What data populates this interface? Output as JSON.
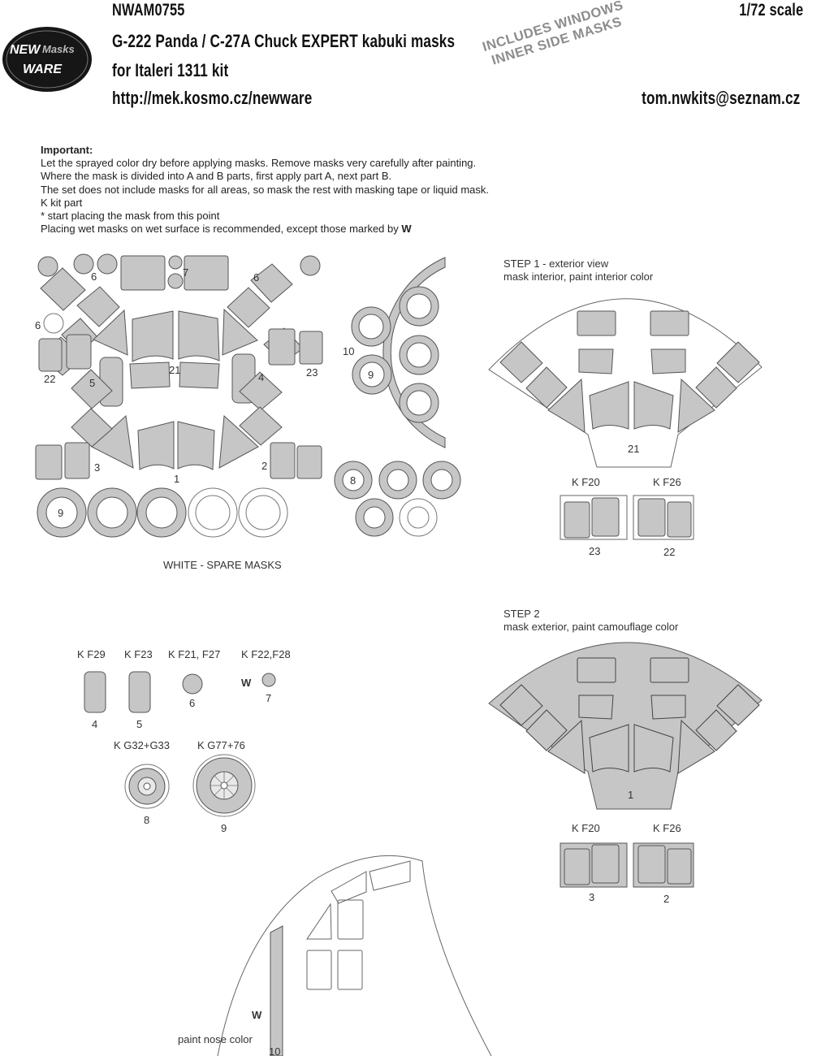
{
  "header": {
    "code": "NWAM0755",
    "scale": "1/72 scale",
    "title": "G-222 Panda / C-27A Chuck EXPERT kabuki masks",
    "kit": "for Italeri 1311 kit",
    "url": "http://mek.kosmo.cz/newware",
    "email": "tom.nwkits@seznam.cz",
    "stamp_line1": "INCLUDES WINDOWS",
    "stamp_line2": "INNER SIDE MASKS",
    "logo_top": "NEW",
    "logo_masks": "Masks",
    "logo_bottom": "WARE"
  },
  "notes": {
    "heading": "Important:",
    "lines": [
      "Let the sprayed color dry before applying masks. Remove masks very carefully after painting.",
      "Where the mask is divided into A and B parts, first apply part A, next part B.",
      "The set does not include masks for all areas, so mask the rest with masking tape or liquid mask.",
      "K kit part",
      "*  start placing the mask from this point",
      "Placing wet masks on wet surface is recommended, except those marked by"
    ],
    "wet_symbol": "W"
  },
  "sheet": {
    "spare_label": "WHITE - SPARE MASKS",
    "numbers": [
      "6",
      "7",
      "6",
      "6",
      "22",
      "5",
      "21",
      "4",
      "23",
      "3",
      "1",
      "2",
      "9",
      "10",
      "9",
      "8"
    ]
  },
  "step1": {
    "title": "STEP 1 - exterior view",
    "desc": "mask interior, paint interior color",
    "part": "21",
    "kit_left": "K F20",
    "kit_right": "K F26",
    "num_left": "23",
    "num_right": "22"
  },
  "step2": {
    "title": "STEP 2",
    "desc": "mask exterior, paint camouflage color",
    "part": "1",
    "kit_left": "K F20",
    "kit_right": "K F26",
    "num_left": "3",
    "num_right": "2"
  },
  "placements": {
    "k29": "K F29",
    "n4": "4",
    "k23": "K F23",
    "n5": "5",
    "k21": "K F21, F27",
    "n6": "6",
    "k22": "K F22,F28",
    "n7": "7",
    "w": "W",
    "kg32": "K G32+G33",
    "n8": "8",
    "kg77": "K G77+76",
    "n9": "9"
  },
  "nose": {
    "label": "paint nose color",
    "number": "10",
    "w": "W"
  },
  "colors": {
    "mask_fill": "#c6c6c6",
    "mask_stroke": "#555555",
    "logo_bg": "#1a1a1a"
  }
}
